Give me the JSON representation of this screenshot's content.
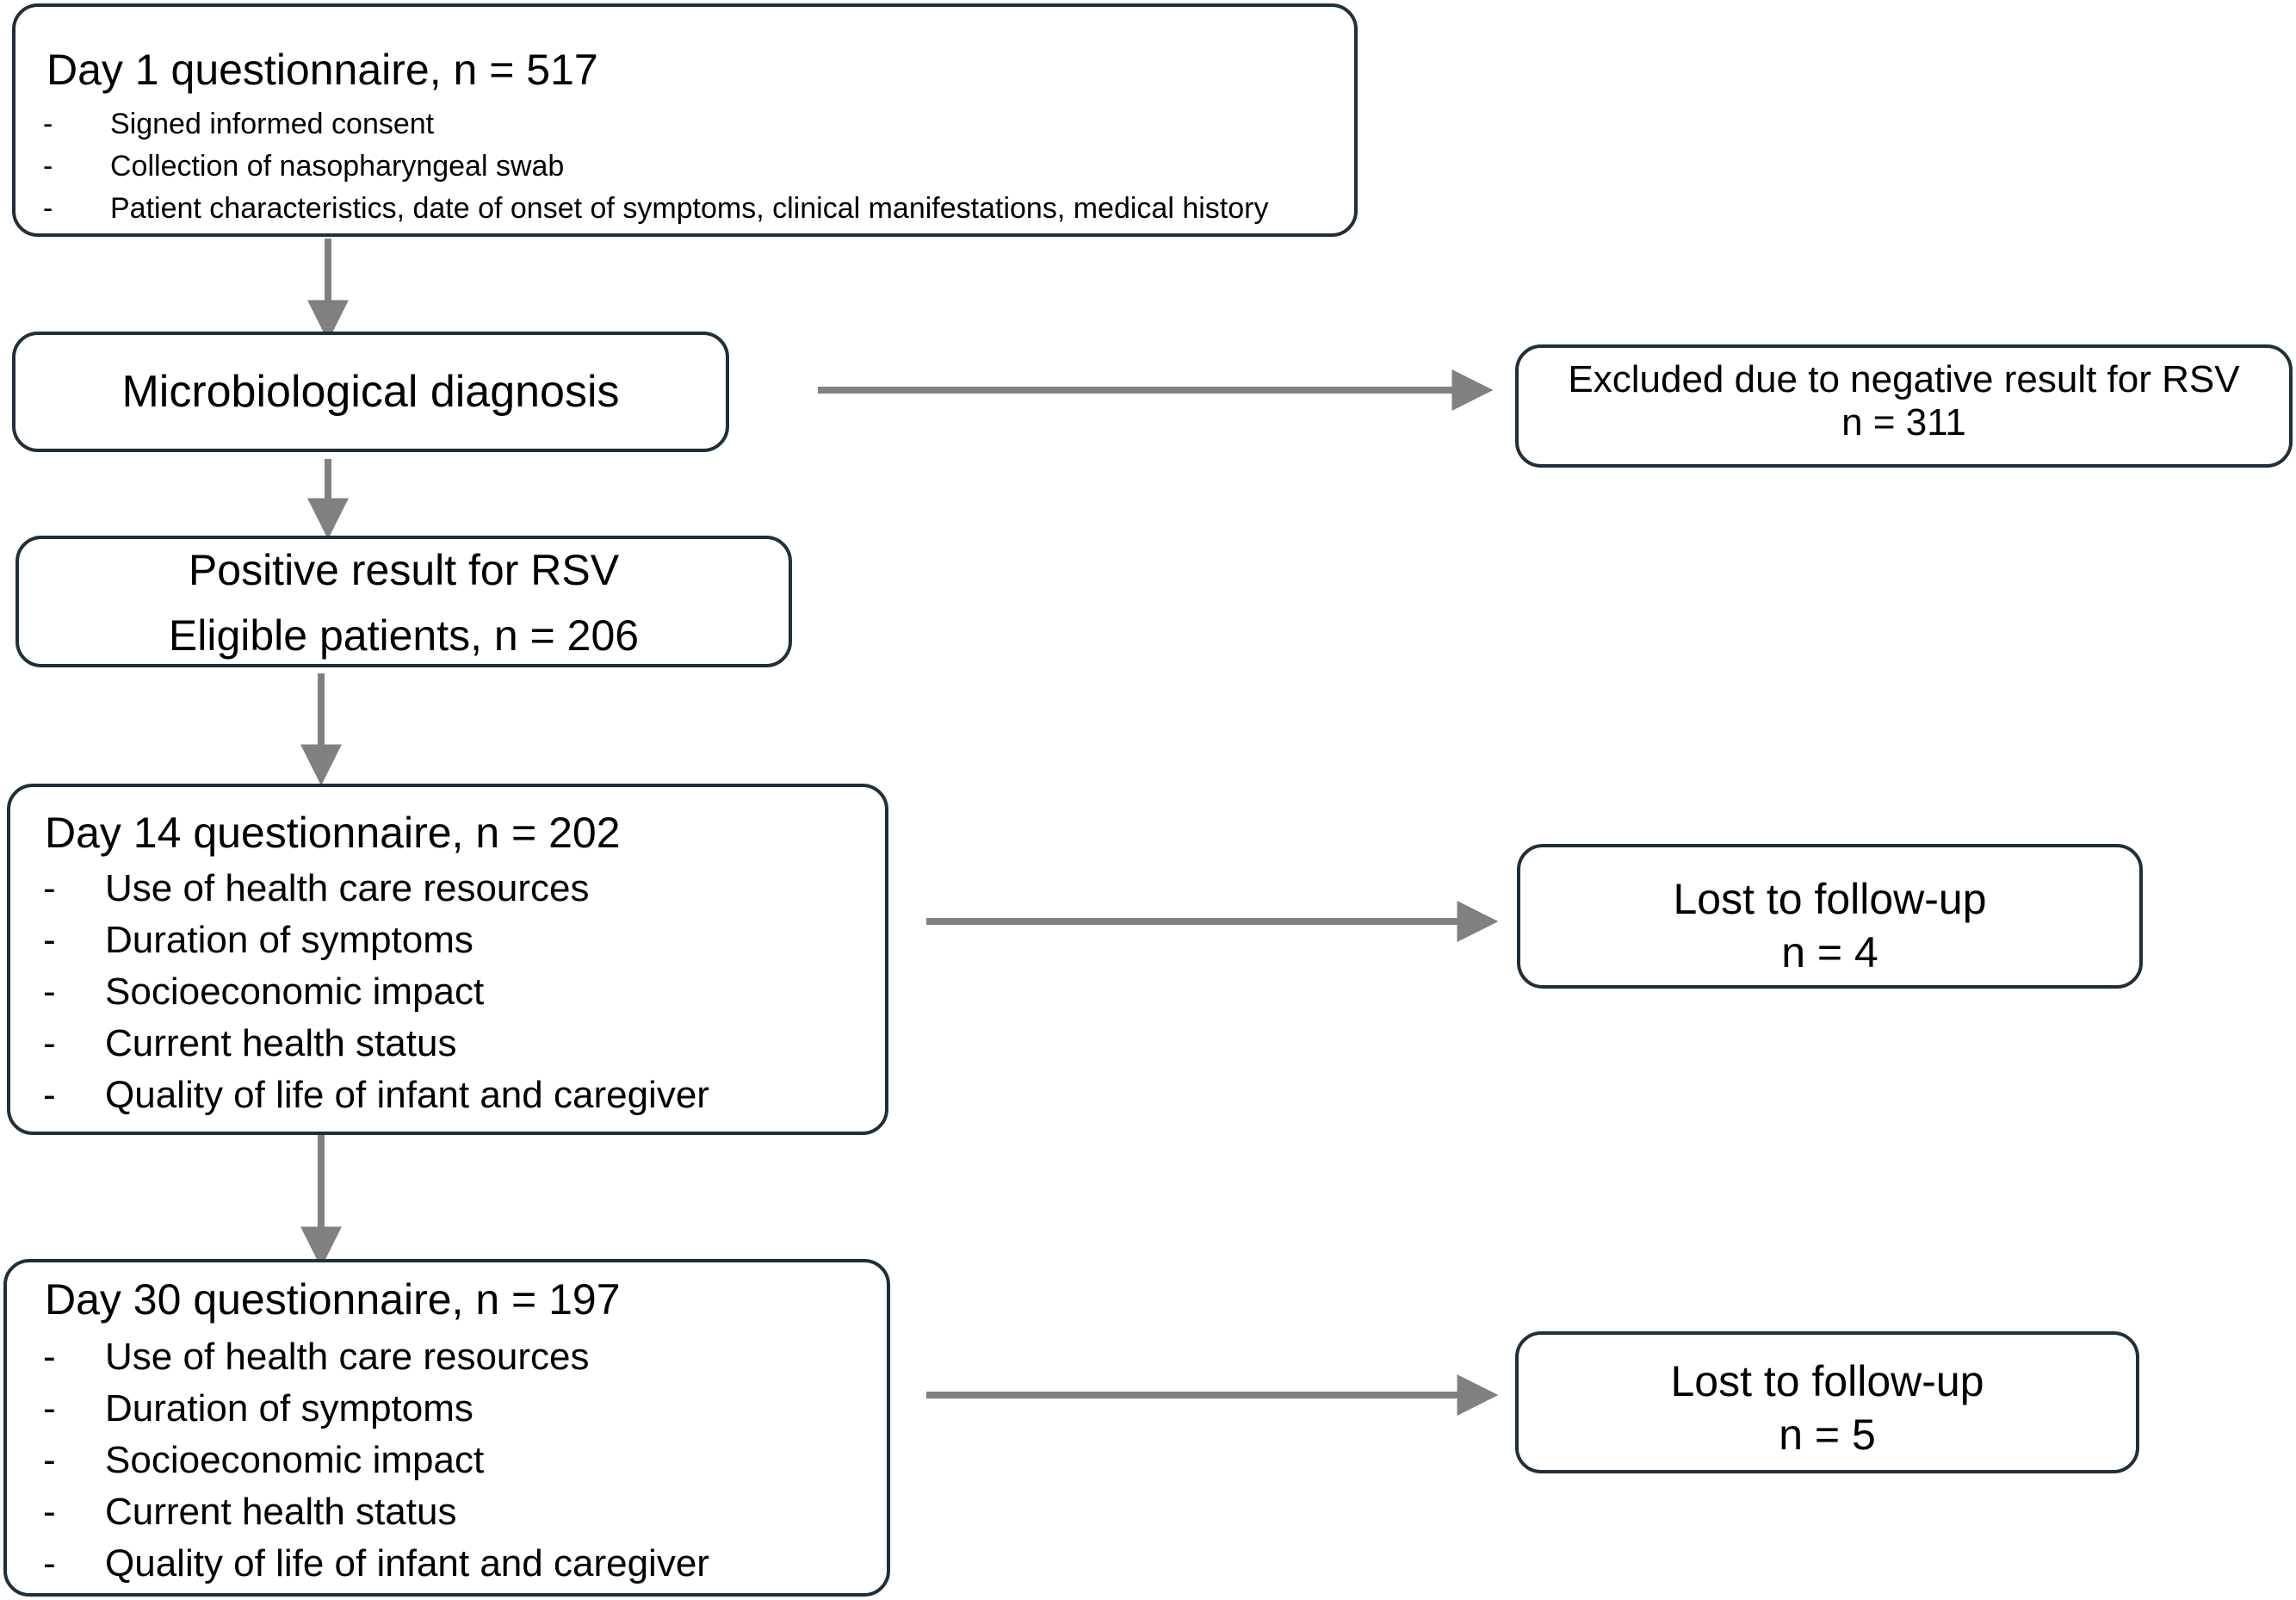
{
  "day1": {
    "title": "Day 1 questionnaire, n = 517",
    "items": [
      "Signed informed consent",
      "Collection of nasopharyngeal swab",
      "Patient characteristics, date of onset of symptoms, clinical manifestations, medical history"
    ]
  },
  "micro": {
    "title": "Microbiological diagnosis"
  },
  "excluded": {
    "line1": "Excluded due to negative result for RSV",
    "line2": "n = 311"
  },
  "positive": {
    "line1": "Positive result for RSV",
    "line2": "Eligible patients, n = 206"
  },
  "day14": {
    "title": "Day 14 questionnaire, n = 202",
    "items": [
      "Use of health care resources",
      "Duration of symptoms",
      "Socioeconomic impact",
      "Current health status",
      "Quality of life of infant and caregiver"
    ]
  },
  "lost14": {
    "line1": "Lost to follow-up",
    "line2": "n = 4"
  },
  "day30": {
    "title": "Day 30 questionnaire, n = 197",
    "items": [
      "Use of health care resources",
      "Duration of symptoms",
      "Socioeconomic impact",
      "Current health status",
      "Quality of life of infant and caregiver"
    ]
  },
  "lost30": {
    "line1": "Lost to follow-up",
    "line2": "n = 5"
  },
  "bullet_marker": "-",
  "colors": {
    "box_border": "#1f2f3b",
    "arrow": "#808080"
  }
}
